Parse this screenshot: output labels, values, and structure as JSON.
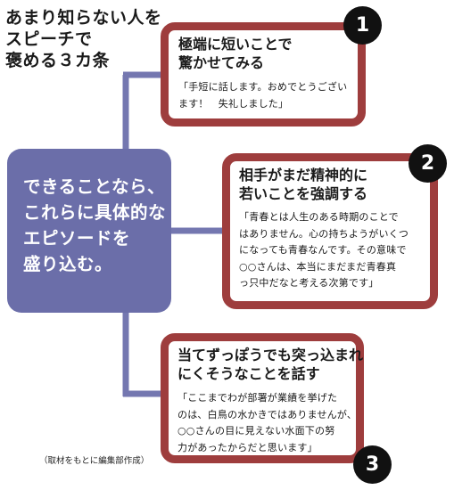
{
  "title": "あまり知らない人を\nスピーチで\n褒める３カ条",
  "center": {
    "text": "できることなら、\nこれらに具体的な\nエピソードを\n盛り込む。"
  },
  "items": [
    {
      "number": "1",
      "heading": "極端に短いことで\n驚かせてみる",
      "example": "「手短に話します。おめでとうござい\nます！　失礼しました」"
    },
    {
      "number": "2",
      "heading": "相手がまだ精神的に\n若いことを強調する",
      "example": "「青春とは人生のある時期のことで\nはありません。心の持ちようがいくつ\nになっても青春なんです。その意味で\n○○さんは、本当にまだまだ青春真\nっ只中だなと考える次第です」"
    },
    {
      "number": "3",
      "heading": "当てずっぽうでも突っ込まれ\nにくそうなことを話す",
      "example": "「ここまでわが部署が業績を挙げた\nのは、白鳥の水かきではありませんが、\n○○さんの目に見えない水面下の努\n力があったからだと思います」"
    }
  ],
  "source": "（取材をもとに編集部作成）",
  "colors": {
    "center_fill": "#6b6ea9",
    "connector": "#7477b0",
    "card_border": "#9e3d3d",
    "badge": "#111111"
  }
}
